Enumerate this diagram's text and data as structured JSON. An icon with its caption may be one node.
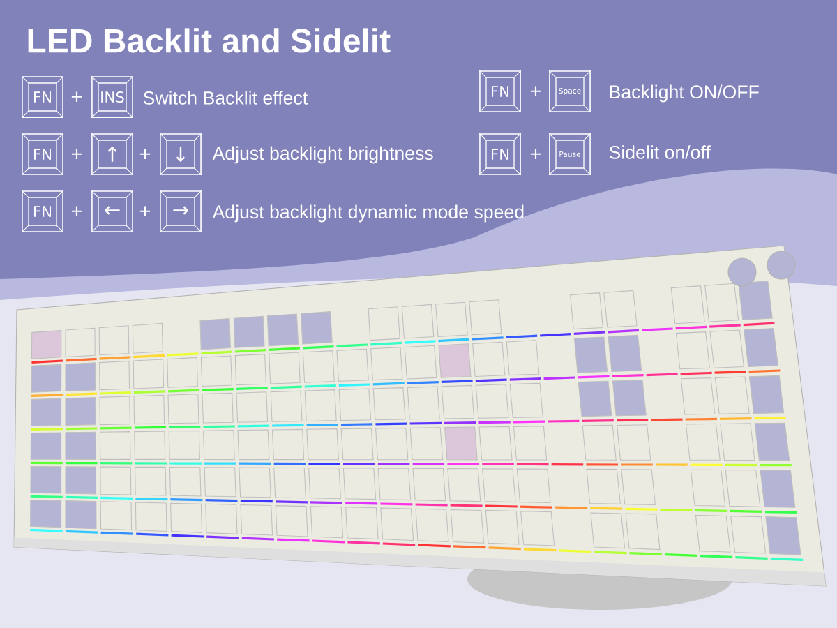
{
  "diagram": {
    "title": "LED Backlit and Sidelit",
    "nodes": [
      {
        "text": [
          "FN"
        ]
      },
      {
        "text": [
          "INS"
        ]
      },
      {
        "text": [
          "FN"
        ]
      },
      {
        "text": [
          "Space"
        ]
      },
      {
        "text": [
          "FN"
        ]
      },
      {
        "text": [
          "↑"
        ]
      },
      {
        "text": [
          "↓"
        ]
      },
      {
        "text": [
          "FN"
        ]
      },
      {
        "text": [
          "Pause"
        ]
      },
      {
        "text": [
          "FN"
        ]
      },
      {
        "text": [
          "←"
        ]
      },
      {
        "text": [
          "→"
        ]
      }
    ],
    "edges": [],
    "labels": [
      "+",
      "Switch Backlit effect",
      "+",
      "Backlight ON/OFF",
      "+",
      "+",
      "Adjust backlight brightness",
      "+",
      "Sidelit on/off",
      "+",
      "+",
      "Adjust backlight dynamic mode speed"
    ]
  }
}
